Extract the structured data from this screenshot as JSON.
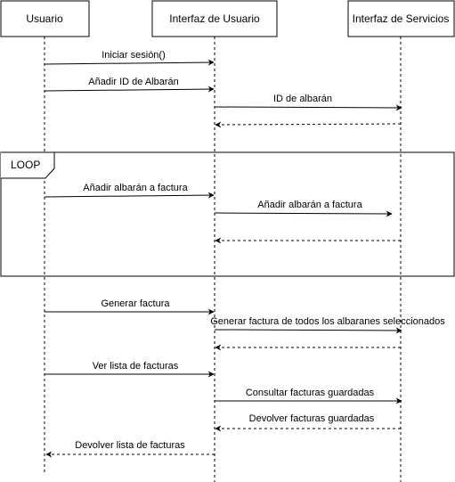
{
  "diagram": {
    "type": "sequence",
    "participants": [
      {
        "id": "usuario",
        "label": "Usuario"
      },
      {
        "id": "ui",
        "label": "Interfaz de Usuario"
      },
      {
        "id": "servicios",
        "label": "Interfaz de Servicios"
      }
    ],
    "loop": {
      "label": "LOOP"
    },
    "messages": [
      {
        "from": "usuario",
        "to": "ui",
        "label": "Iniciar sesión()",
        "kind": "sync"
      },
      {
        "from": "usuario",
        "to": "ui",
        "label": "Añadir ID de Albarán",
        "kind": "sync"
      },
      {
        "from": "ui",
        "to": "servicios",
        "label": "ID de albarán",
        "kind": "sync"
      },
      {
        "from": "servicios",
        "to": "ui",
        "label": "",
        "kind": "return"
      },
      {
        "from": "usuario",
        "to": "ui",
        "label": "Añadir albarán a factura",
        "kind": "sync"
      },
      {
        "from": "ui",
        "to": "servicios",
        "label": "Añadir albarán a factura",
        "kind": "sync"
      },
      {
        "from": "servicios",
        "to": "ui",
        "label": "",
        "kind": "return"
      },
      {
        "from": "usuario",
        "to": "ui",
        "label": "Generar factura",
        "kind": "sync"
      },
      {
        "from": "ui",
        "to": "servicios",
        "label": "Generar factura de todos los albaranes seleccionados",
        "kind": "sync"
      },
      {
        "from": "servicios",
        "to": "ui",
        "label": "",
        "kind": "return"
      },
      {
        "from": "usuario",
        "to": "ui",
        "label": "Ver lista de facturas",
        "kind": "sync"
      },
      {
        "from": "ui",
        "to": "servicios",
        "label": "Consultar facturas guardadas",
        "kind": "sync"
      },
      {
        "from": "servicios",
        "to": "ui",
        "label": "Devolver facturas guardadas",
        "kind": "return"
      },
      {
        "from": "ui",
        "to": "usuario",
        "label": "Devolver lista de facturas",
        "kind": "return"
      }
    ]
  }
}
